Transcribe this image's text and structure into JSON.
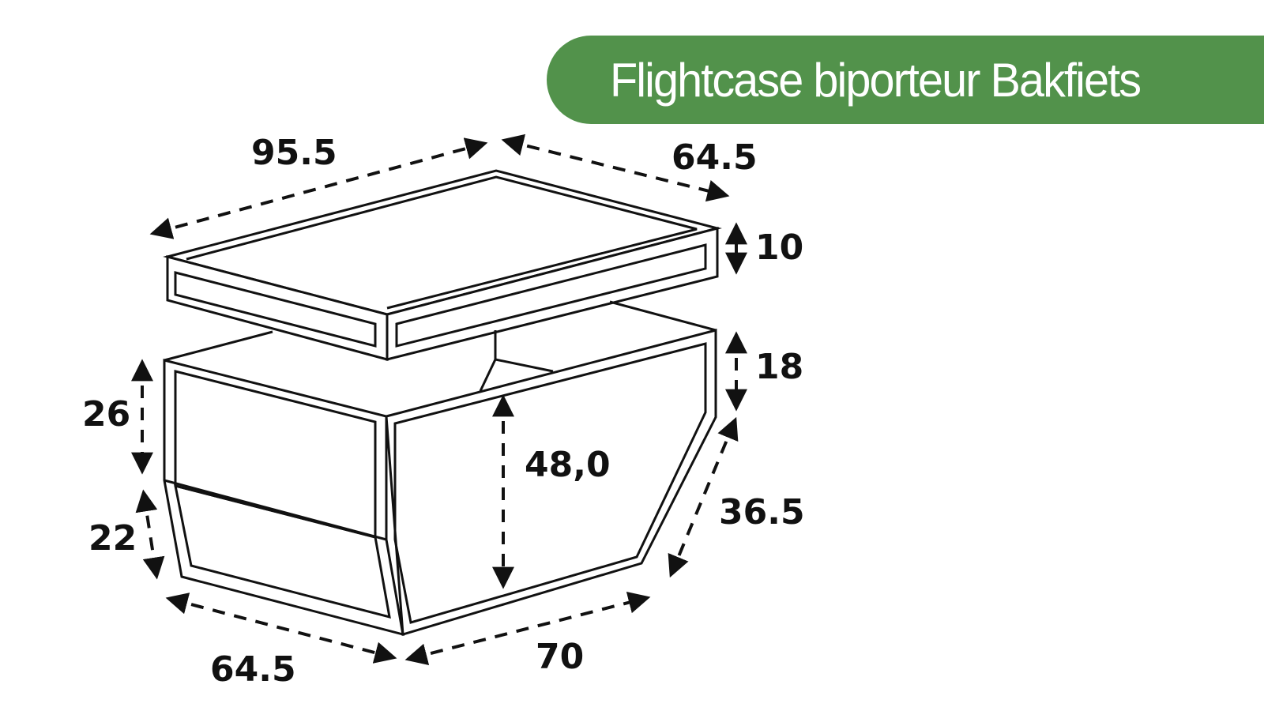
{
  "header": {
    "title": "Flightcase biporteur Bakfiets",
    "banner_color": "#52924b",
    "title_color": "#ffffff"
  },
  "diagram": {
    "subject": "flightcase box with lid",
    "line_color": "#111111",
    "dimensions": {
      "lid_length": "95.5",
      "lid_width": "64.5",
      "lid_height": "10",
      "body_upper_height": "18",
      "total_height": "48,0",
      "front_upper_height": "26",
      "front_lower_height": "22",
      "slanted_side": "36.5",
      "bottom_width": "64.5",
      "bottom_length": "70"
    }
  }
}
